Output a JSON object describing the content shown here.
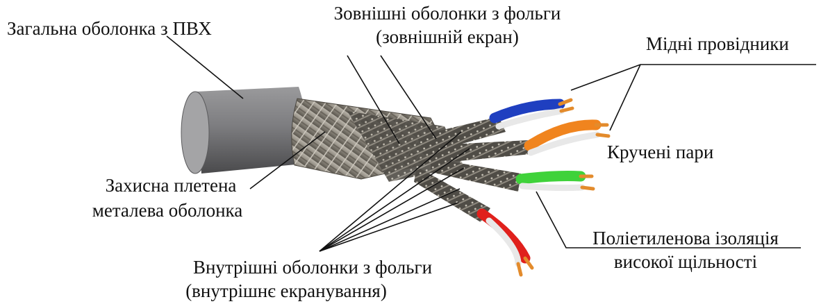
{
  "labels": {
    "pvc_jacket": "Загальна оболонка з ПВХ",
    "outer_foil_1": "Зовнішні оболонки з фольги",
    "outer_foil_2": "(зовнішній екран)",
    "copper": "Мідні провідники",
    "twisted_pairs": "Кручені пари",
    "braid_1": "Захисна плетена",
    "braid_2": "металева оболонка",
    "hdpe_1": "Поліетиленова ізоляція",
    "hdpe_2": "високої щільності",
    "inner_foil_1": "Внутрішні оболонки з фольги",
    "inner_foil_2": "(внутрішнє екранування)"
  },
  "colors": {
    "jacket": "#7a7a7c",
    "braid": "#8f8a80",
    "foil": "#4e4b45",
    "pair_blue": "#1f3fc0",
    "pair_orange": "#f0841e",
    "pair_green": "#3fd23a",
    "pair_red": "#e0201c",
    "copper": "#e38b2c",
    "white_wire": "#e8e8e8",
    "leader": "#111111"
  }
}
